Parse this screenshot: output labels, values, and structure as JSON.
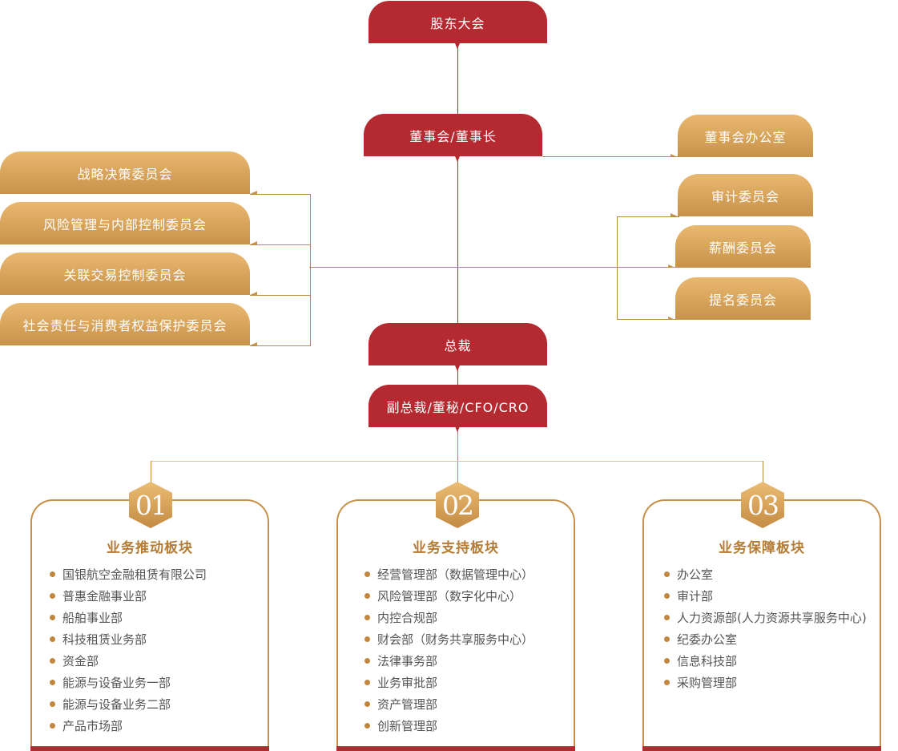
{
  "top_chain": {
    "shareholders": "股东大会",
    "board": "董事会/董事长",
    "president": "总裁",
    "vp": "副总裁/董秘/CFO/CRO"
  },
  "board_office": "董事会办公室",
  "left_committees": [
    "战略决策委员会",
    "风险管理与内部控制委员会",
    "关联交易控制委员会",
    "社会责任与消费者权益保护委员会"
  ],
  "right_committees": [
    "审计委员会",
    "薪酬委员会",
    "提名委员会"
  ],
  "blocks": [
    {
      "number": "01",
      "title": "业务推动板块",
      "items": [
        "国银航空金融租赁有限公司",
        "普惠金融事业部",
        "船舶事业部",
        "科技租赁业务部",
        "资金部",
        "能源与设备业务一部",
        "能源与设备业务二部",
        "产品市场部"
      ]
    },
    {
      "number": "02",
      "title": "业务支持板块",
      "items": [
        "经营管理部（数据管理中心）",
        "风险管理部（数字化中心）",
        "内控合规部",
        "财会部（财务共享服务中心）",
        "法律事务部",
        "业务审批部",
        "资产管理部",
        "创新管理部"
      ]
    },
    {
      "number": "03",
      "title": "业务保障板块",
      "items": [
        "办公室",
        "审计部",
        "人力资源部(人力资源共享服务中心)",
        "纪委办公室",
        "信息科技部",
        "采购管理部"
      ]
    }
  ],
  "colors": {
    "red": "#b52a30",
    "gold": "#c8924a",
    "gold_light": "#e9b870",
    "line_gold": "#b98a45",
    "text_gray": "#555555",
    "title_gold": "#b57c35"
  }
}
